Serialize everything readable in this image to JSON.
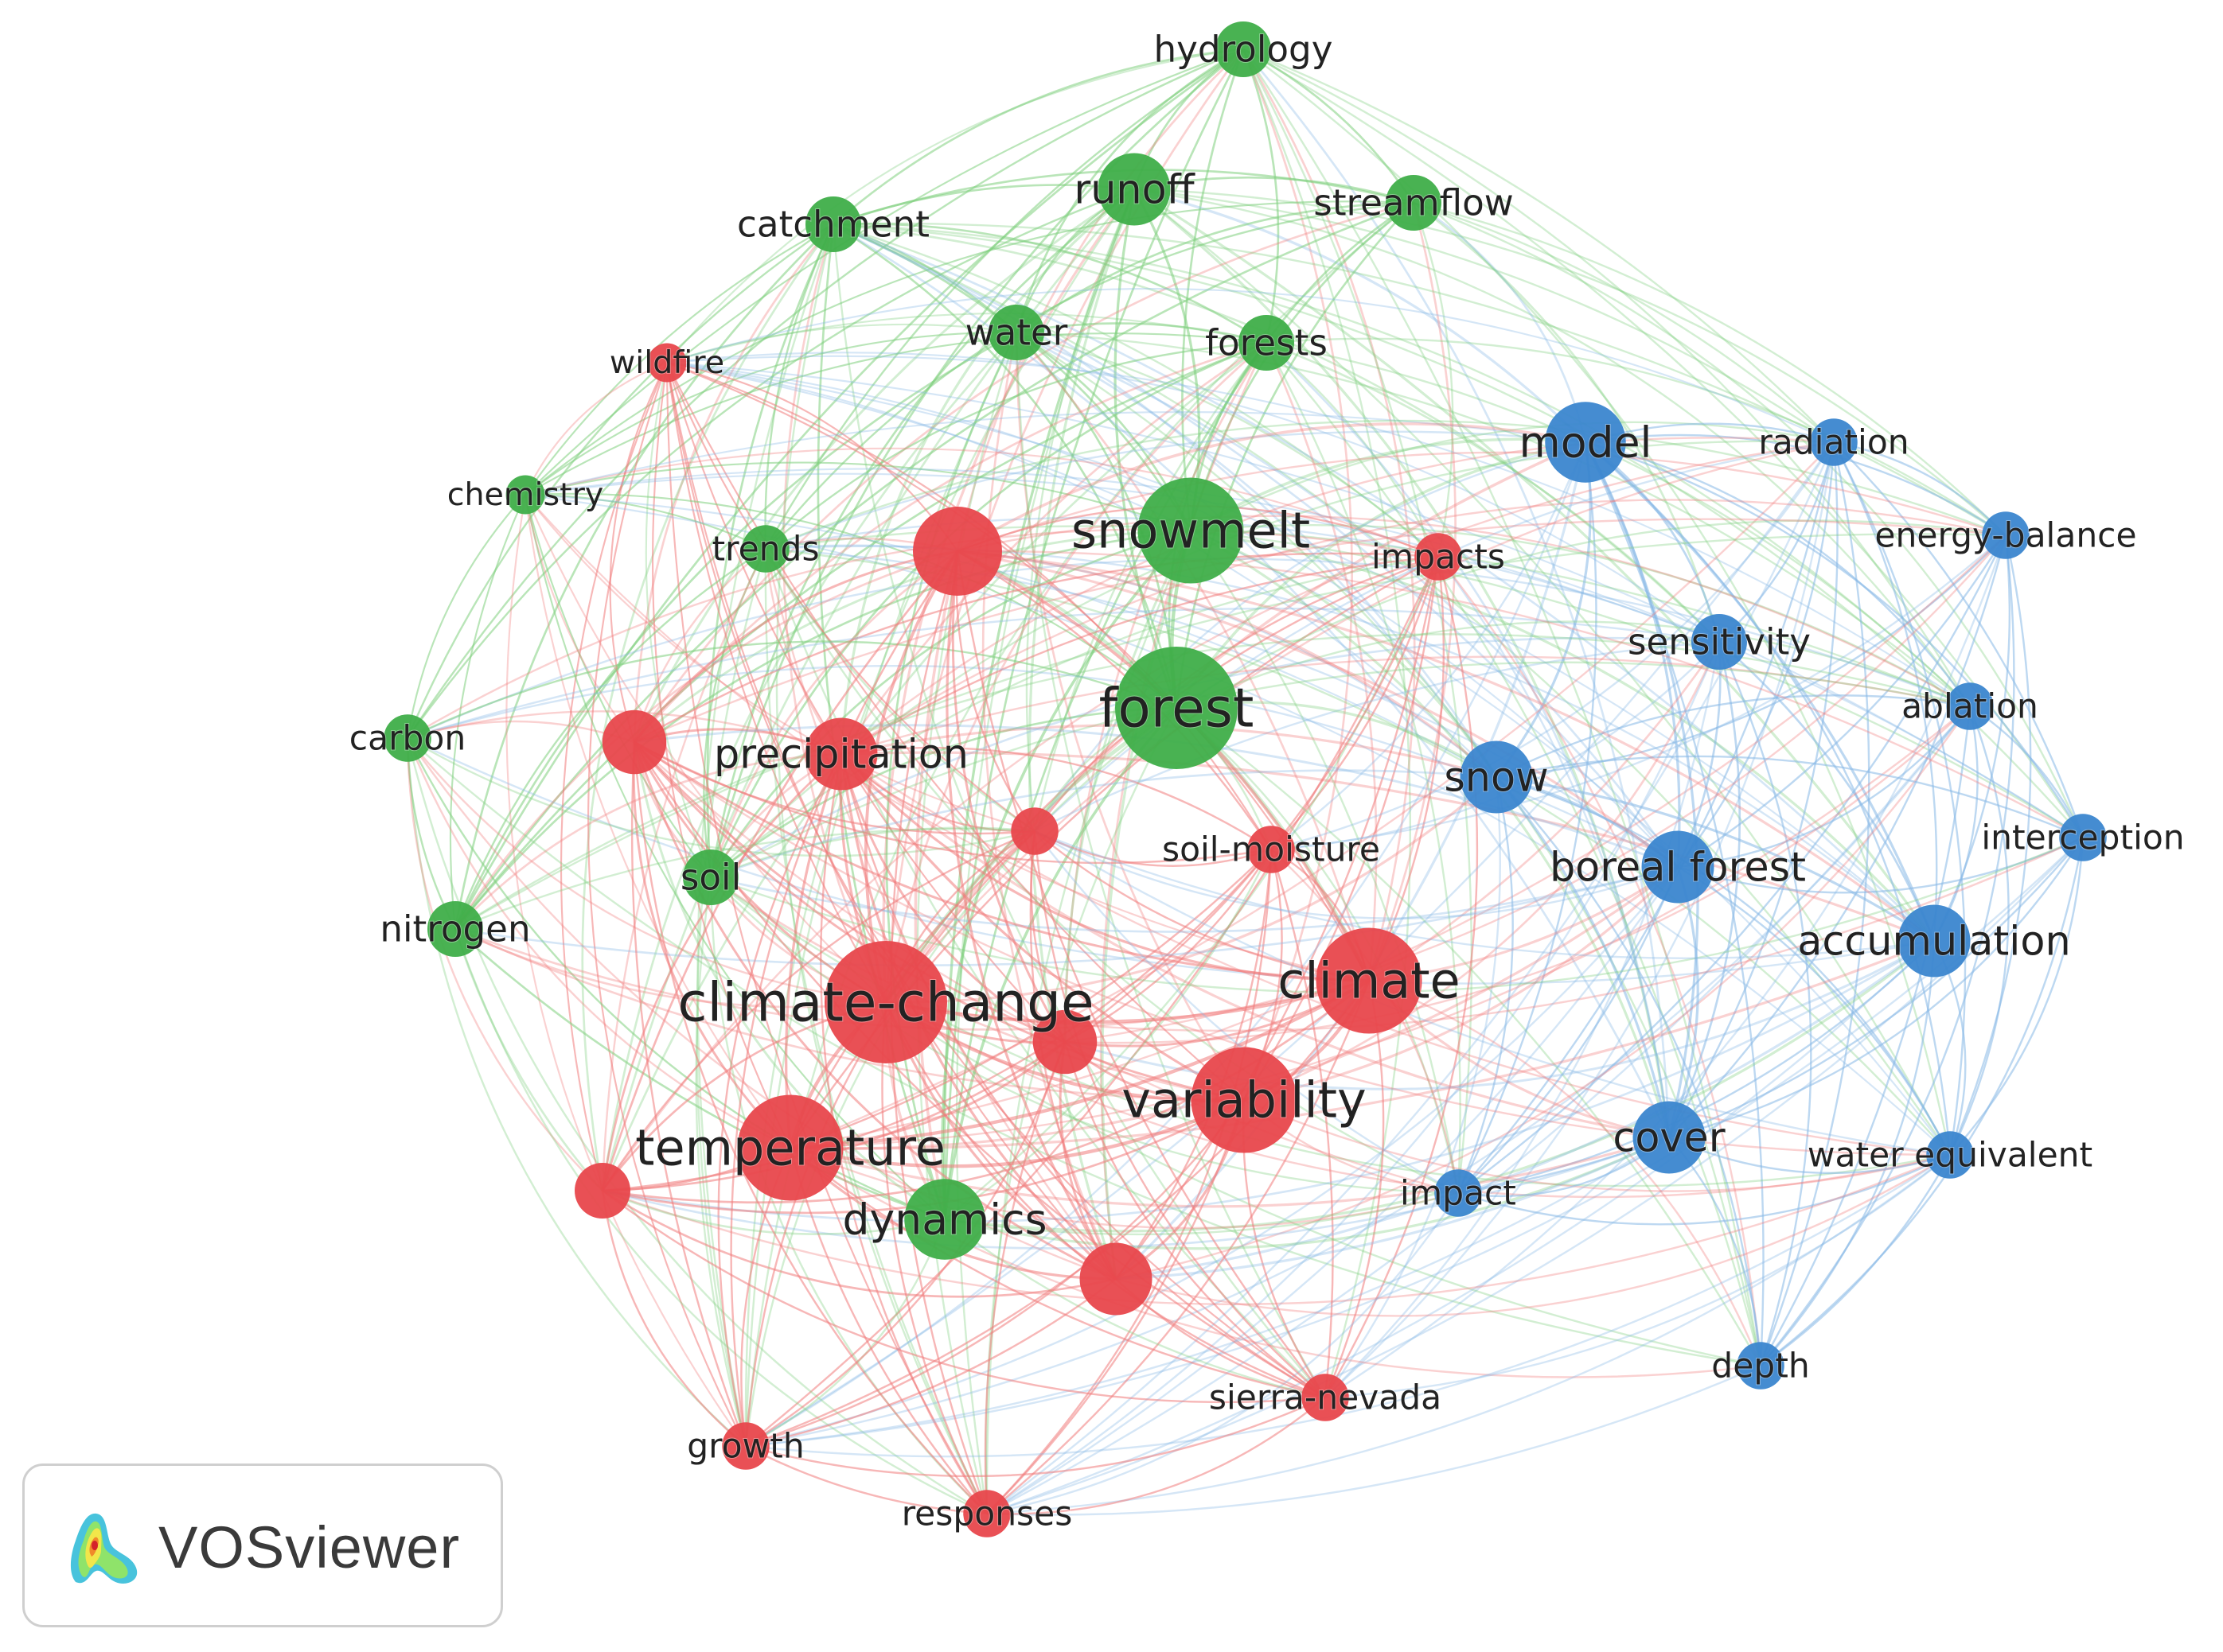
{
  "clusters": [
    {
      "id": "red",
      "color": "#e8474c"
    },
    {
      "id": "green",
      "color": "#3fae49"
    },
    {
      "id": "blue",
      "color": "#3b86cf"
    }
  ],
  "network": {
    "nodes": [
      {
        "id": "hydrology",
        "label": "hydrology",
        "cluster": "green",
        "weight": 2
      },
      {
        "id": "runoff",
        "label": "runoff",
        "cluster": "green",
        "weight": 3
      },
      {
        "id": "streamflow",
        "label": "streamflow",
        "cluster": "green",
        "weight": 2
      },
      {
        "id": "catchment",
        "label": "catchment",
        "cluster": "green",
        "weight": 2
      },
      {
        "id": "water",
        "label": "water",
        "cluster": "green",
        "weight": 2
      },
      {
        "id": "forests",
        "label": "forests",
        "cluster": "green",
        "weight": 2
      },
      {
        "id": "wildfire",
        "label": "wildfire",
        "cluster": "red",
        "weight": 1
      },
      {
        "id": "chemistry",
        "label": "chemistry",
        "cluster": "green",
        "weight": 1
      },
      {
        "id": "trends",
        "label": "trends",
        "cluster": "green",
        "weight": 1.5
      },
      {
        "id": "snowmelt",
        "label": "snowmelt",
        "cluster": "green",
        "weight": 5
      },
      {
        "id": "impacts",
        "label": "impacts",
        "cluster": "red",
        "weight": 1.5
      },
      {
        "id": "model",
        "label": "model",
        "cluster": "blue",
        "weight": 3.5
      },
      {
        "id": "radiation",
        "label": "radiation",
        "cluster": "blue",
        "weight": 1.5
      },
      {
        "id": "energy-balance",
        "label": "energy-balance",
        "cluster": "blue",
        "weight": 1.5
      },
      {
        "id": "sensitivity",
        "label": "sensitivity",
        "cluster": "blue",
        "weight": 2
      },
      {
        "id": "ablation",
        "label": "ablation",
        "cluster": "blue",
        "weight": 1.5
      },
      {
        "id": "forest",
        "label": "forest",
        "cluster": "green",
        "weight": 6
      },
      {
        "id": "carbon",
        "label": "carbon",
        "cluster": "green",
        "weight": 1.5
      },
      {
        "id": "precipitation",
        "label": "precipitation",
        "cluster": "red",
        "weight": 3
      },
      {
        "id": "snow",
        "label": "snow",
        "cluster": "blue",
        "weight": 3
      },
      {
        "id": "interception",
        "label": "interception",
        "cluster": "blue",
        "weight": 1.5
      },
      {
        "id": "soil-moisture",
        "label": "soil-moisture",
        "cluster": "red",
        "weight": 1.5
      },
      {
        "id": "boreal forest",
        "label": "boreal forest",
        "cluster": "blue",
        "weight": 3
      },
      {
        "id": "soil",
        "label": "soil",
        "cluster": "green",
        "weight": 2
      },
      {
        "id": "nitrogen",
        "label": "nitrogen",
        "cluster": "green",
        "weight": 2
      },
      {
        "id": "accumulation",
        "label": "accumulation",
        "cluster": "blue",
        "weight": 3
      },
      {
        "id": "climate-change",
        "label": "climate-change",
        "cluster": "red",
        "weight": 6
      },
      {
        "id": "climate",
        "label": "climate",
        "cluster": "red",
        "weight": 5
      },
      {
        "id": "variability",
        "label": "variability",
        "cluster": "red",
        "weight": 5
      },
      {
        "id": "temperature",
        "label": "temperature",
        "cluster": "red",
        "weight": 5
      },
      {
        "id": "cover",
        "label": "cover",
        "cluster": "blue",
        "weight": 3
      },
      {
        "id": "water equivalent",
        "label": "water equivalent",
        "cluster": "blue",
        "weight": 1.5
      },
      {
        "id": "dynamics",
        "label": "dynamics",
        "cluster": "green",
        "weight": 3.5
      },
      {
        "id": "impact",
        "label": "impact",
        "cluster": "blue",
        "weight": 1.5
      },
      {
        "id": "depth",
        "label": "depth",
        "cluster": "blue",
        "weight": 1.5
      },
      {
        "id": "sierra-nevada",
        "label": "sierra-nevada",
        "cluster": "red",
        "weight": 1.5
      },
      {
        "id": "growth",
        "label": "growth",
        "cluster": "red",
        "weight": 1.5
      },
      {
        "id": "responses",
        "label": "responses",
        "cluster": "red",
        "weight": 1.5
      },
      {
        "id": "r1",
        "label": "",
        "cluster": "red",
        "weight": 4
      },
      {
        "id": "r2",
        "label": "",
        "cluster": "red",
        "weight": 2.5
      },
      {
        "id": "r3",
        "label": "",
        "cluster": "red",
        "weight": 1.5
      },
      {
        "id": "r4",
        "label": "",
        "cluster": "red",
        "weight": 2.5
      },
      {
        "id": "r5",
        "label": "",
        "cluster": "red",
        "weight": 2
      },
      {
        "id": "r6",
        "label": "",
        "cluster": "red",
        "weight": 3
      }
    ]
  },
  "brand": {
    "name": "VOSviewer"
  }
}
